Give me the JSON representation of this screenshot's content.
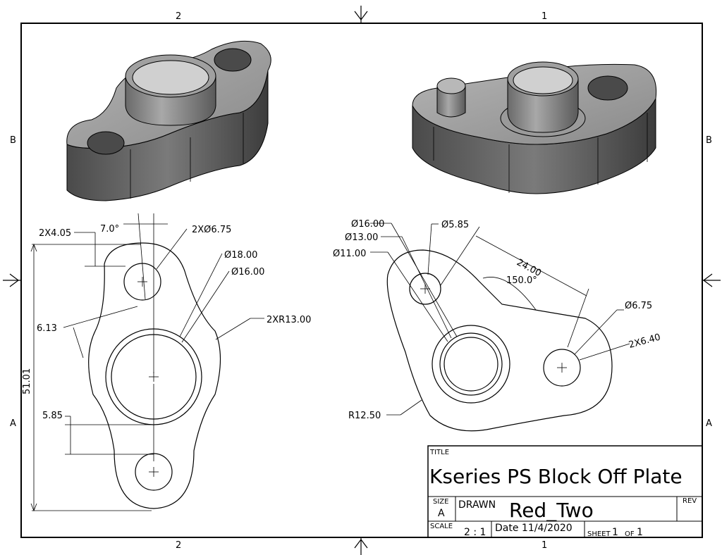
{
  "zones": {
    "top_left": "2",
    "top_right": "1",
    "bottom_left": "2",
    "bottom_right": "1",
    "left_top": "B",
    "left_bottom": "A",
    "right_top": "B",
    "right_bottom": "A"
  },
  "title_block": {
    "title_label": "TITLE",
    "title": "Kseries PS Block Off Plate",
    "size_label": "SIZE",
    "size": "A",
    "drawn_label": "DRAWN",
    "drawn": "Red_Two",
    "rev_label": "REV",
    "scale_label": "SCALE",
    "scale": "2 : 1",
    "date": "Date 11/4/2020",
    "sheet_label": "SHEET",
    "sheet": "1",
    "of_label": "OF",
    "of": "1"
  },
  "left_view": {
    "dim_2x405": "2X4.05",
    "dim_angle": "7.0°",
    "dim_hole": "2XØ6.75",
    "dim_od18": "Ø18.00",
    "dim_od16": "Ø16.00",
    "dim_613": "6.13",
    "dim_radius": "2XR13.00",
    "dim_5101": "51.01",
    "dim_585": "5.85"
  },
  "right_view": {
    "dim_d16": "Ø16.00",
    "dim_d13": "Ø13.00",
    "dim_d11": "Ø11.00",
    "dim_d585": "Ø5.85",
    "dim_24": "24.00",
    "dim_150": "150.0°",
    "dim_d675": "Ø6.75",
    "dim_640": "2X6.40",
    "dim_r1250": "R12.50"
  }
}
